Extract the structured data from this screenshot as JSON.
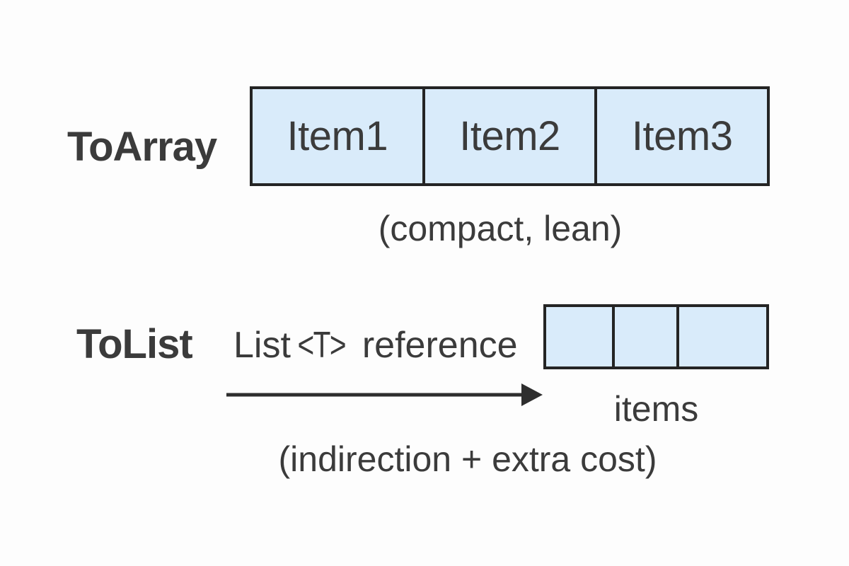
{
  "colors": {
    "background": "#fdfdfd",
    "box_fill": "#d9ebfa",
    "box_border": "#242424",
    "text": "#3b3b3b",
    "arrow": "#2e2e2e"
  },
  "toarray": {
    "label": "ToArray",
    "cells": [
      "Item1",
      "Item2",
      "Item3"
    ],
    "caption": "(compact, lean)"
  },
  "tolist": {
    "label": "ToList",
    "reference": {
      "prefix": "List",
      "generic": "<T>",
      "suffix": " reference"
    },
    "cells": [
      "",
      "",
      ""
    ],
    "items_label": "items",
    "caption": "(indirection + extra cost)"
  }
}
